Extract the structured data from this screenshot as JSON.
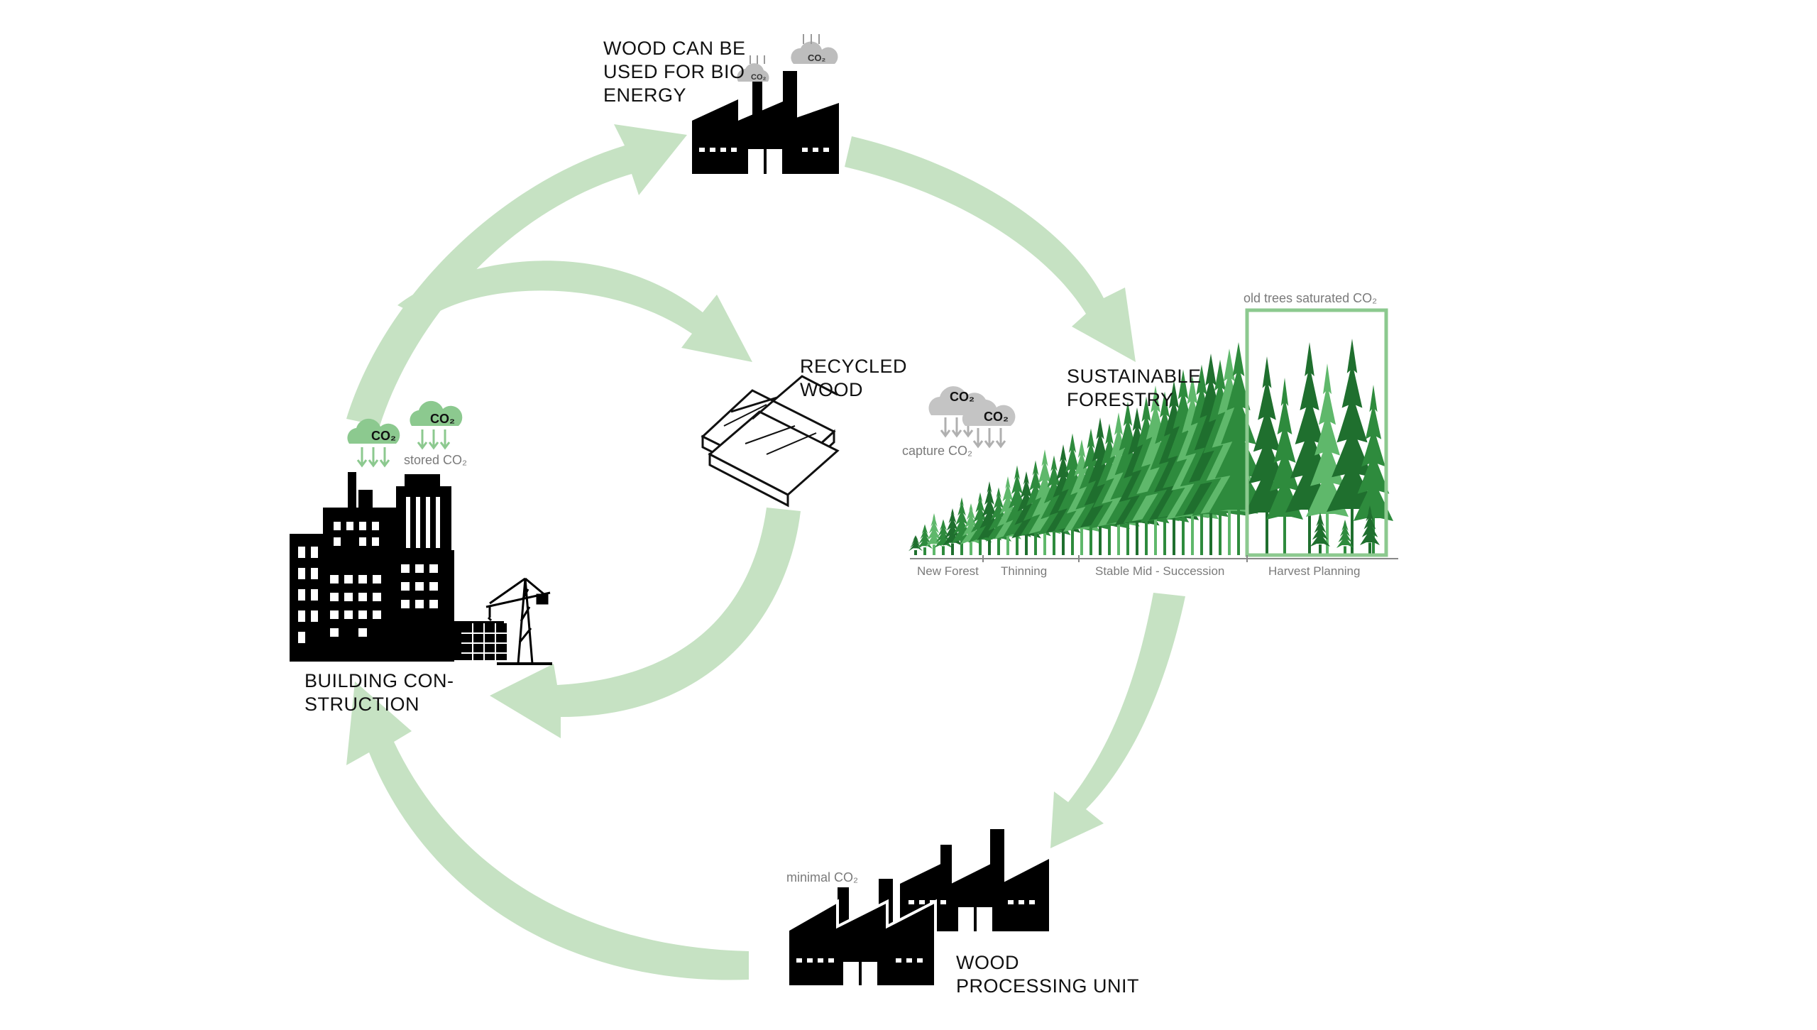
{
  "labels": {
    "bio_energy": [
      "WOOD CAN BE",
      "USED FOR BIO",
      "ENERGY"
    ],
    "recycled_wood": [
      "RECYCLED",
      "WOOD"
    ],
    "sustainable_forestry": [
      "SUSTAINABLE",
      "FORESTRY"
    ],
    "building_construction": [
      "BUILDING CON-",
      "STRUCTION"
    ],
    "wood_processing": [
      "WOOD",
      "PROCESSING UNIT"
    ]
  },
  "annotations": {
    "stored_co2": "stored CO₂",
    "capture_co2": "capture CO₂",
    "minimal_co2": "minimal CO₂",
    "old_trees": "old trees saturated CO₂"
  },
  "co2_badge": "CO₂",
  "forest_stages": [
    "New Forest",
    "Thinning",
    "Stable Mid -  Succession",
    "Harvest Planning"
  ],
  "colors": {
    "arrow": "#c6e2c3",
    "dark_green": "#1f6f2e",
    "mid_green": "#2e8b3d",
    "light_green": "#5fb86b",
    "co2_green": "#8cc98f",
    "co2_grey": "#bdbdbd",
    "black": "#000000"
  }
}
